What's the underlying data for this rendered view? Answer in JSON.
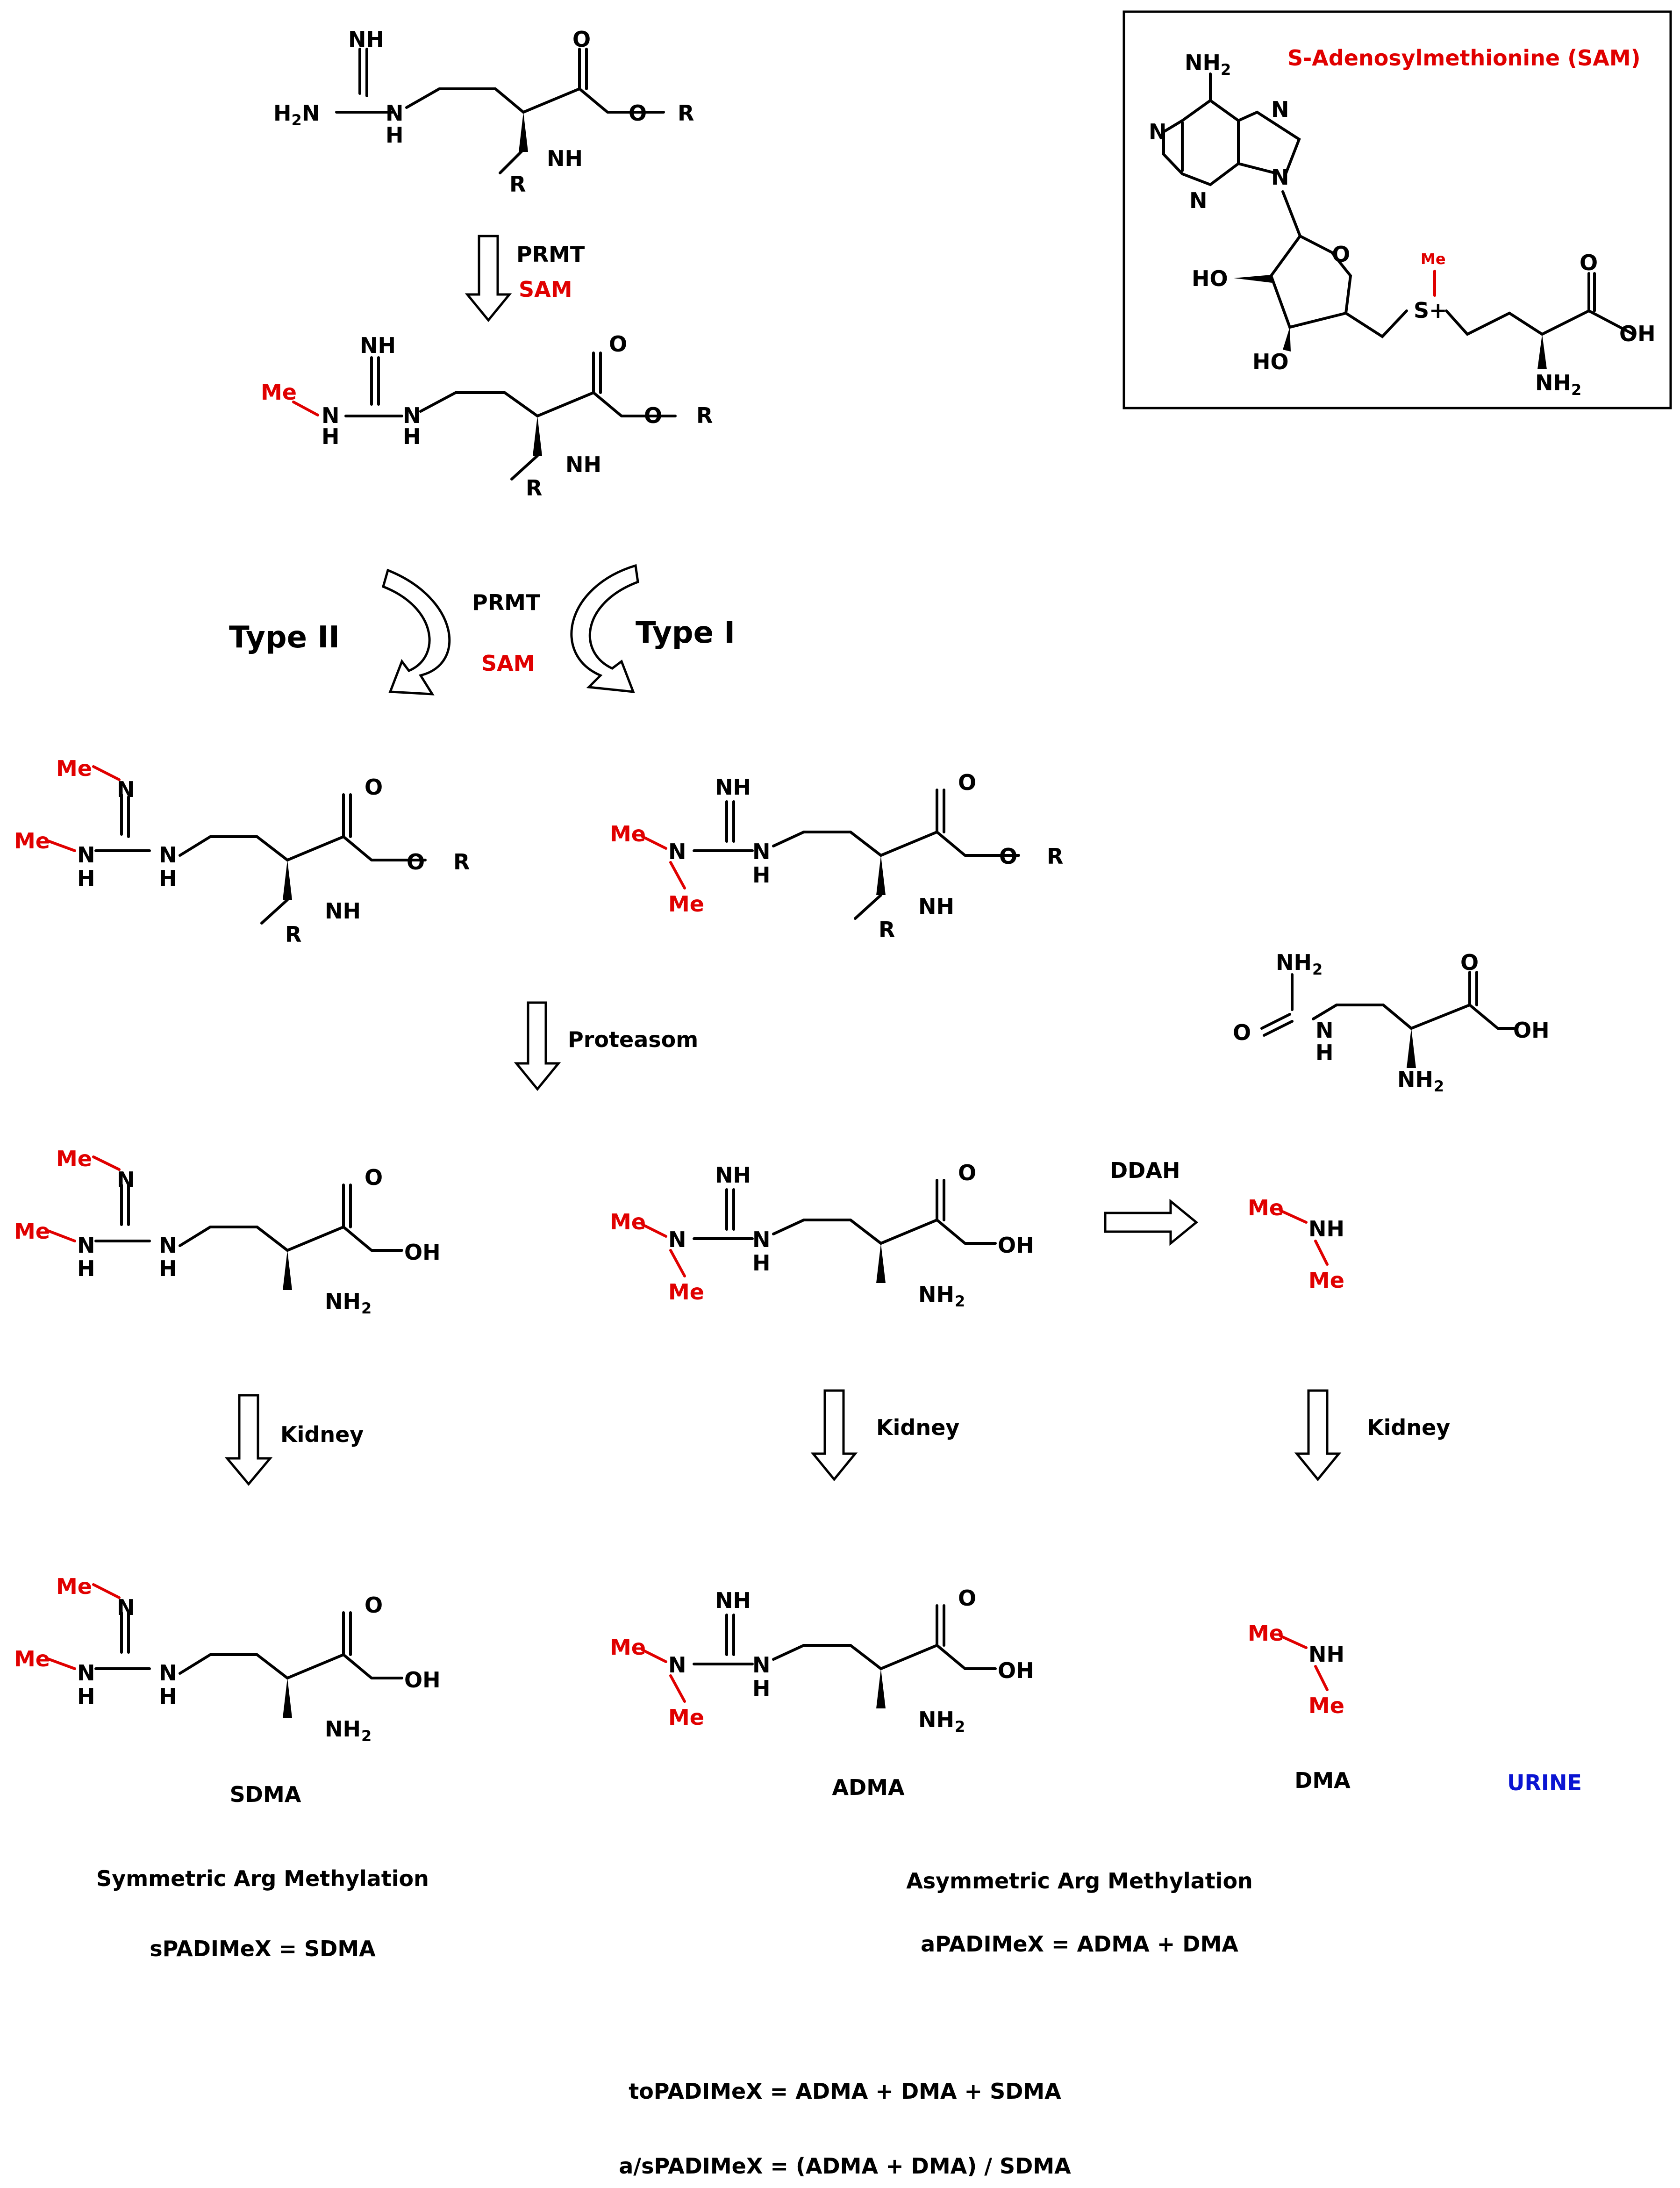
{
  "colors": {
    "black": "#000000",
    "methyl_red": "#e00000",
    "urine_blue": "#0a14d2"
  },
  "atoms": {
    "NH": "NH",
    "N": "N",
    "H": "H",
    "H2N": "H2N",
    "NH2": "NH2",
    "O": "O",
    "OH": "OH",
    "HO": "HO",
    "R": "R",
    "Me": "Me",
    "S_plus": "S+"
  },
  "sam_box": {
    "title": "S-Adenosylmethionine (SAM)"
  },
  "steps": {
    "step1": {
      "enzyme": "PRMT",
      "cofactor": "SAM"
    },
    "step2": {
      "enzyme": "PRMT",
      "cofactor": "SAM",
      "type_left": "Type II",
      "type_right": "Type I"
    },
    "proteasome": "Proteasom",
    "ddah": "DDAH",
    "kidney": "Kidney"
  },
  "products": {
    "sdma": "SDMA",
    "adma": "ADMA",
    "dma": "DMA",
    "urine": "URINE"
  },
  "captions": {
    "symmetric": "Symmetric Arg Methylation",
    "symmetric_formula": "sPADIMeX = SDMA",
    "asymmetric": "Asymmetric Arg Methylation",
    "asymmetric_formula": "aPADIMeX = ADMA + DMA",
    "total_formula": "toPADIMeX = ADMA + DMA + SDMA",
    "ratio_formula": "a/sPADIMeX = (ADMA + DMA) / SDMA"
  }
}
